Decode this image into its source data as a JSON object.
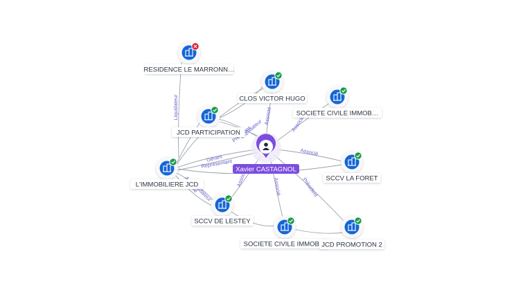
{
  "center": {
    "name": "Xavier CASTAGNOL"
  },
  "colors": {
    "accent": "#7c4dde",
    "node": "#1565d8",
    "ok": "#1a9b49",
    "ko": "#d8203a",
    "edge": "#9aa2ab",
    "edgeLabel": "#6a63d6"
  },
  "nodes": [
    {
      "id": "residence",
      "label": "RESIDENCE LE MARRONN…",
      "status": "ko"
    },
    {
      "id": "clos",
      "label": "CLOS VICTOR HUGO",
      "status": "ok"
    },
    {
      "id": "jcdpart",
      "label": "JCD PARTICIPATION",
      "status": "ok"
    },
    {
      "id": "sci1",
      "label": "SOCIETE CIVILE IMMOB…",
      "status": "ok"
    },
    {
      "id": "immojcd",
      "label": "L'IMMOBILIERE JCD",
      "status": "ok"
    },
    {
      "id": "foret",
      "label": "SCCV LA FORET",
      "status": "ok"
    },
    {
      "id": "lestey",
      "label": "SCCV DE LESTEY",
      "status": "ok"
    },
    {
      "id": "sci2",
      "label": "SOCIETE CIVILE IMMOB…",
      "status": "ok"
    },
    {
      "id": "jcdpromo",
      "label": "JCD PROMOTION 2",
      "status": "ok"
    }
  ],
  "edges": [
    {
      "id": "e-clos",
      "label": "Associé"
    },
    {
      "id": "e-jcdpart",
      "label": "Liquidateur"
    },
    {
      "id": "e-jcdpart2",
      "label": "Président"
    },
    {
      "id": "e-sci1",
      "label": "Associé"
    },
    {
      "id": "e-immo1",
      "label": "Gérant"
    },
    {
      "id": "e-immo2",
      "label": "Représentant"
    },
    {
      "id": "e-foret",
      "label": "Associé"
    },
    {
      "id": "e-lestey",
      "label": "Associé"
    },
    {
      "id": "e-sci2",
      "label": "Associé"
    },
    {
      "id": "e-promo",
      "label": "Président"
    },
    {
      "id": "e-resid",
      "label": "Liquidateur"
    },
    {
      "id": "e-immo-lestey1",
      "label": "Liquidateur"
    },
    {
      "id": "e-immo-lestey2",
      "label": "Associé"
    }
  ]
}
